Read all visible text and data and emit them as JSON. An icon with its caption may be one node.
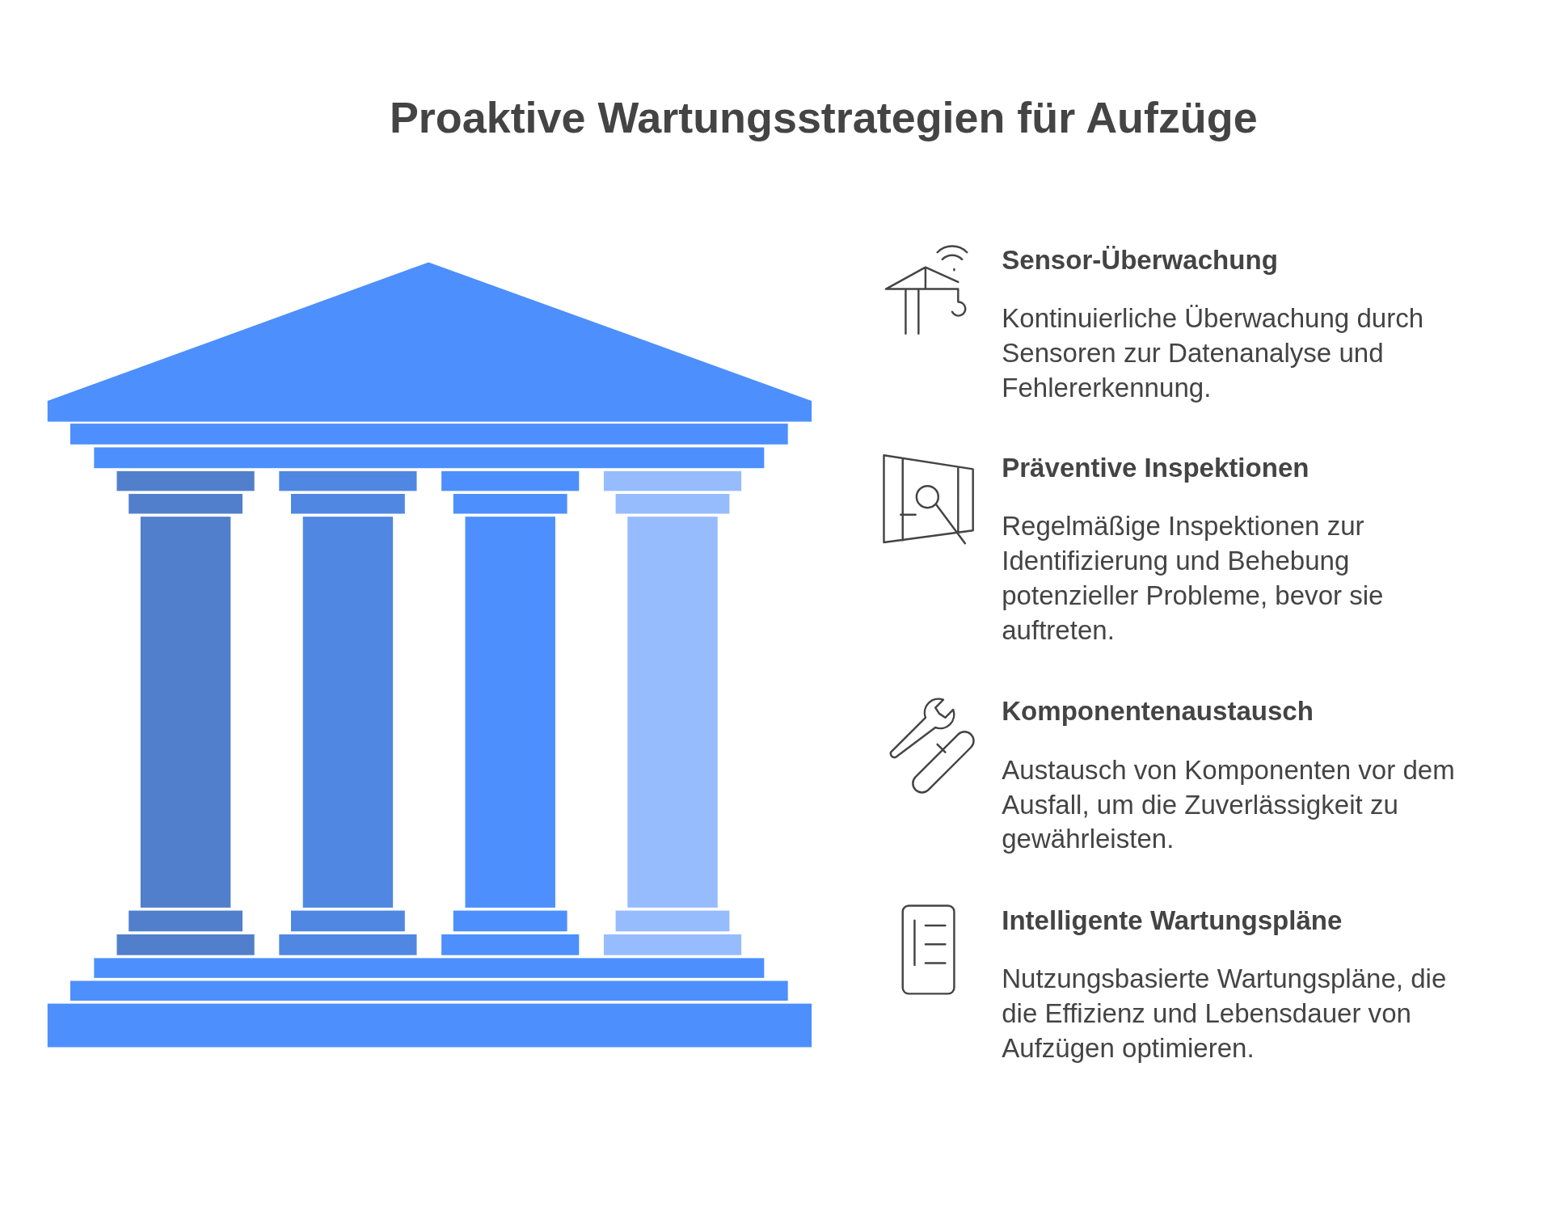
{
  "diagram": {
    "title": "Proaktive Wartungsstrategien für Aufzüge",
    "labels": [
      "Sensor-Überwachung",
      "Kontinuierliche Überwachung durch Sensoren zur Datenanalyse und Fehlererkennung.",
      "Präventive Inspektionen",
      "Regelmäßige Inspektionen zur Identifizierung und Behebung potenzieller Probleme, bevor sie auftreten.",
      "Komponentenaustausch",
      "Austausch von Komponenten vor dem Ausfall, um die Zuverlässigkeit zu gewährleisten.",
      "Intelligente Wartungspläne",
      "Nutzungsbasierte Wartungspläne, die die Effizienz und Lebensdauer von Aufzügen optimieren."
    ]
  }
}
